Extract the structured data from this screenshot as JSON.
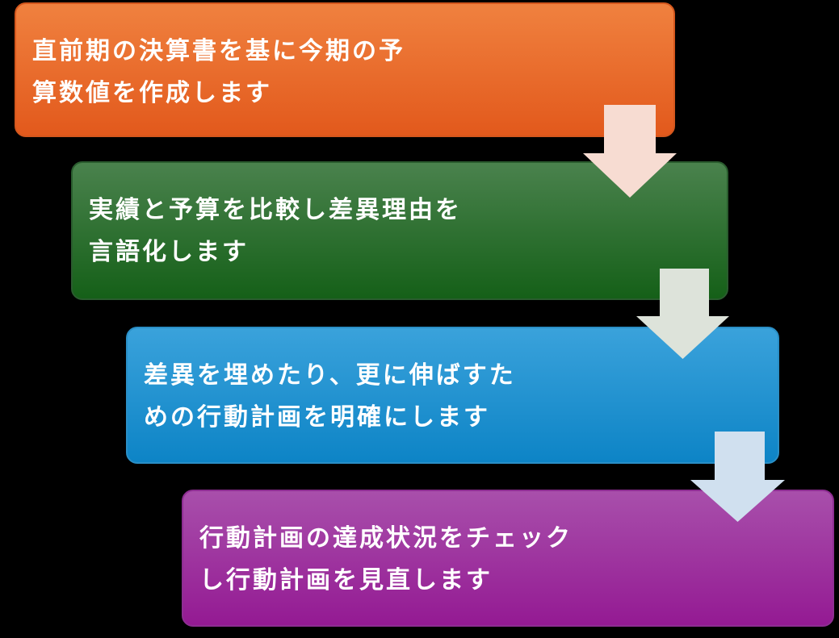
{
  "diagram": {
    "background_color": "#000000",
    "text_color": "#ffffff",
    "steps": [
      {
        "name": "step-1-budget-creation",
        "line1": "直前期の決算書を基に今期の予",
        "line2": "算数値を作成します",
        "color_top": "#f0813f",
        "color_bottom": "#e2591c",
        "border_color": "#d4571d"
      },
      {
        "name": "step-2-variance-verbalization",
        "line1": "実績と予算を比較し差異理由を",
        "line2": "言語化します",
        "color_top": "#4a824d",
        "color_bottom": "#156018",
        "border_color": "#2a5c2e"
      },
      {
        "name": "step-3-action-plan",
        "line1": "差異を埋めたり、更に伸ばすた",
        "line2": "めの行動計画を明確にします",
        "color_top": "#3aa2db",
        "color_bottom": "#0d84c6",
        "border_color": "#2a8fc6"
      },
      {
        "name": "step-4-plan-review",
        "line1": "行動計画の達成状況をチェック",
        "line2": "し行動計画を見直します",
        "color_top": "#a84fab",
        "color_bottom": "#941a93",
        "border_color": "#8e2d92"
      }
    ],
    "arrows": [
      {
        "name": "arrow-step1-to-step2",
        "color": "#f7dcd2"
      },
      {
        "name": "arrow-step2-to-step3",
        "color": "#dde3da"
      },
      {
        "name": "arrow-step3-to-step4",
        "color": "#d0e0ef"
      }
    ]
  }
}
